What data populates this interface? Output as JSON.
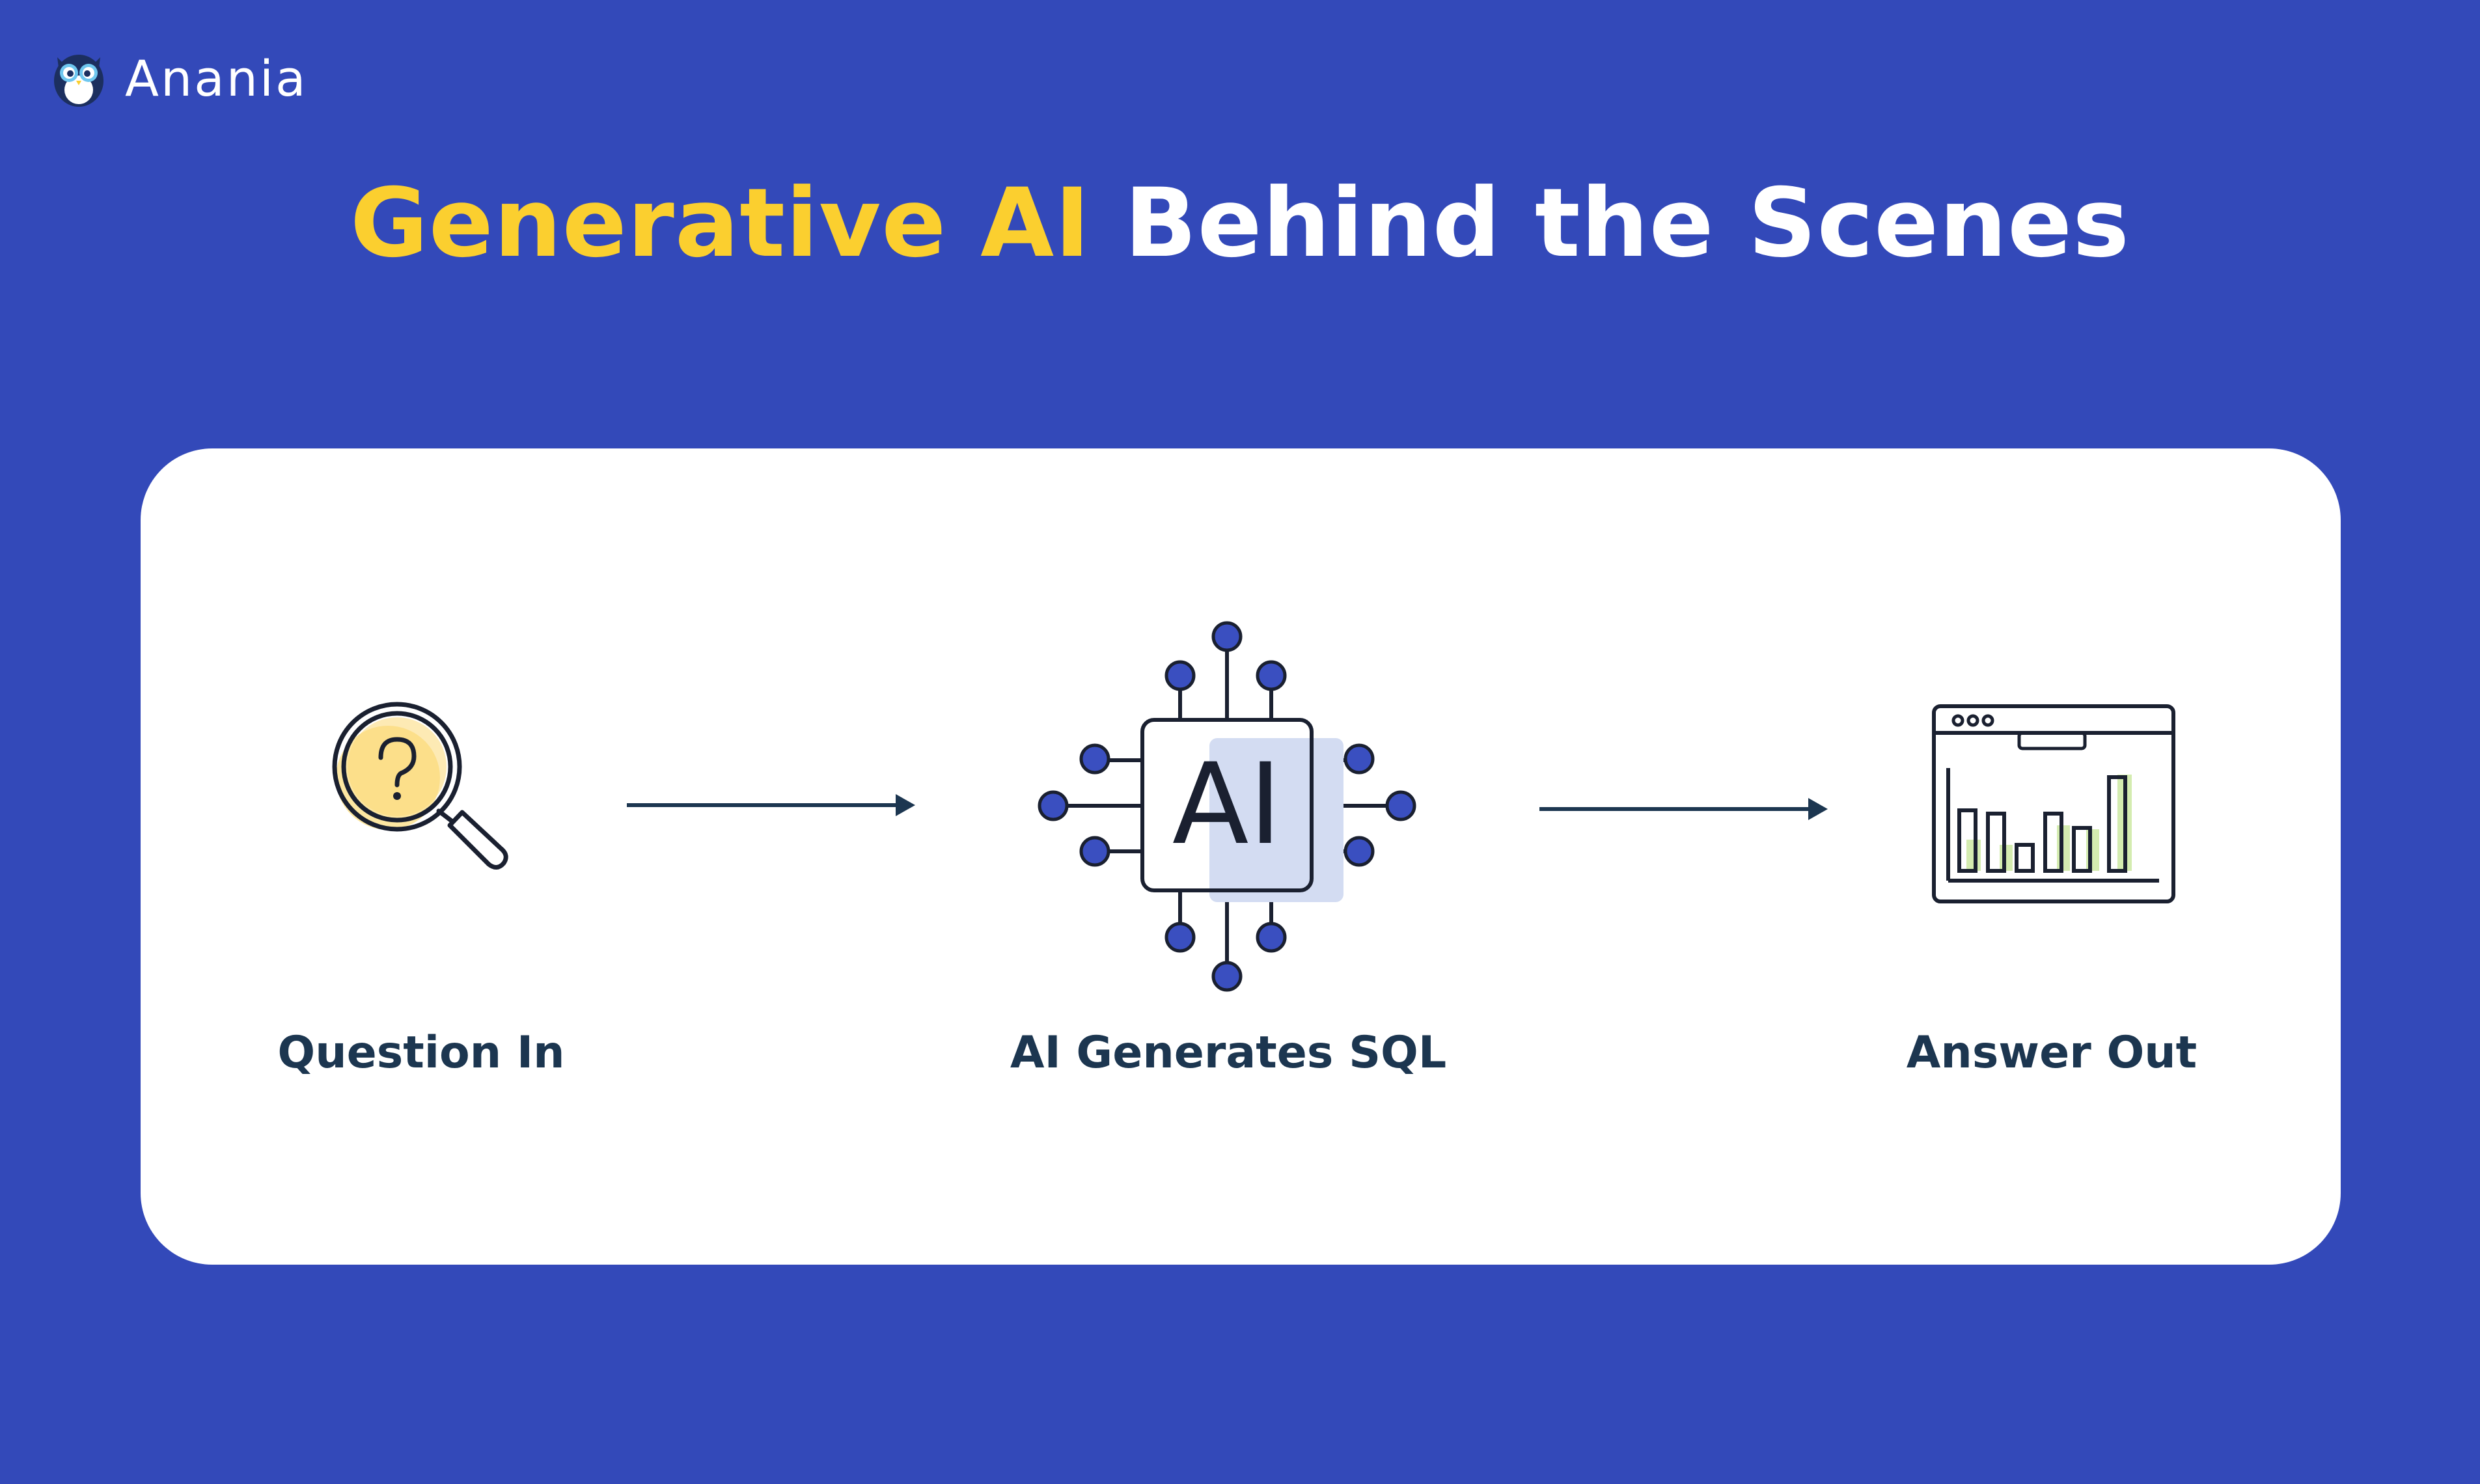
{
  "brand": {
    "name": "Anania",
    "logo_icon": "owl-icon"
  },
  "title": {
    "accent": "Generative AI",
    "rest": "Behind the Scenes"
  },
  "colors": {
    "background": "#3349b9",
    "card": "#ffffff",
    "accent": "#fbcf2f",
    "label": "#1c3650",
    "node": "#3a4fc0",
    "chip_highlight": "#d3dcf2",
    "bar_highlight": "#d4ecb0"
  },
  "steps": [
    {
      "label": "Question In",
      "icon": "magnifier-question-icon"
    },
    {
      "label": "AI Generates SQL",
      "icon": "ai-chip-icon",
      "chip_text": "AI"
    },
    {
      "label": "Answer Out",
      "icon": "dashboard-bar-chart-icon"
    }
  ]
}
